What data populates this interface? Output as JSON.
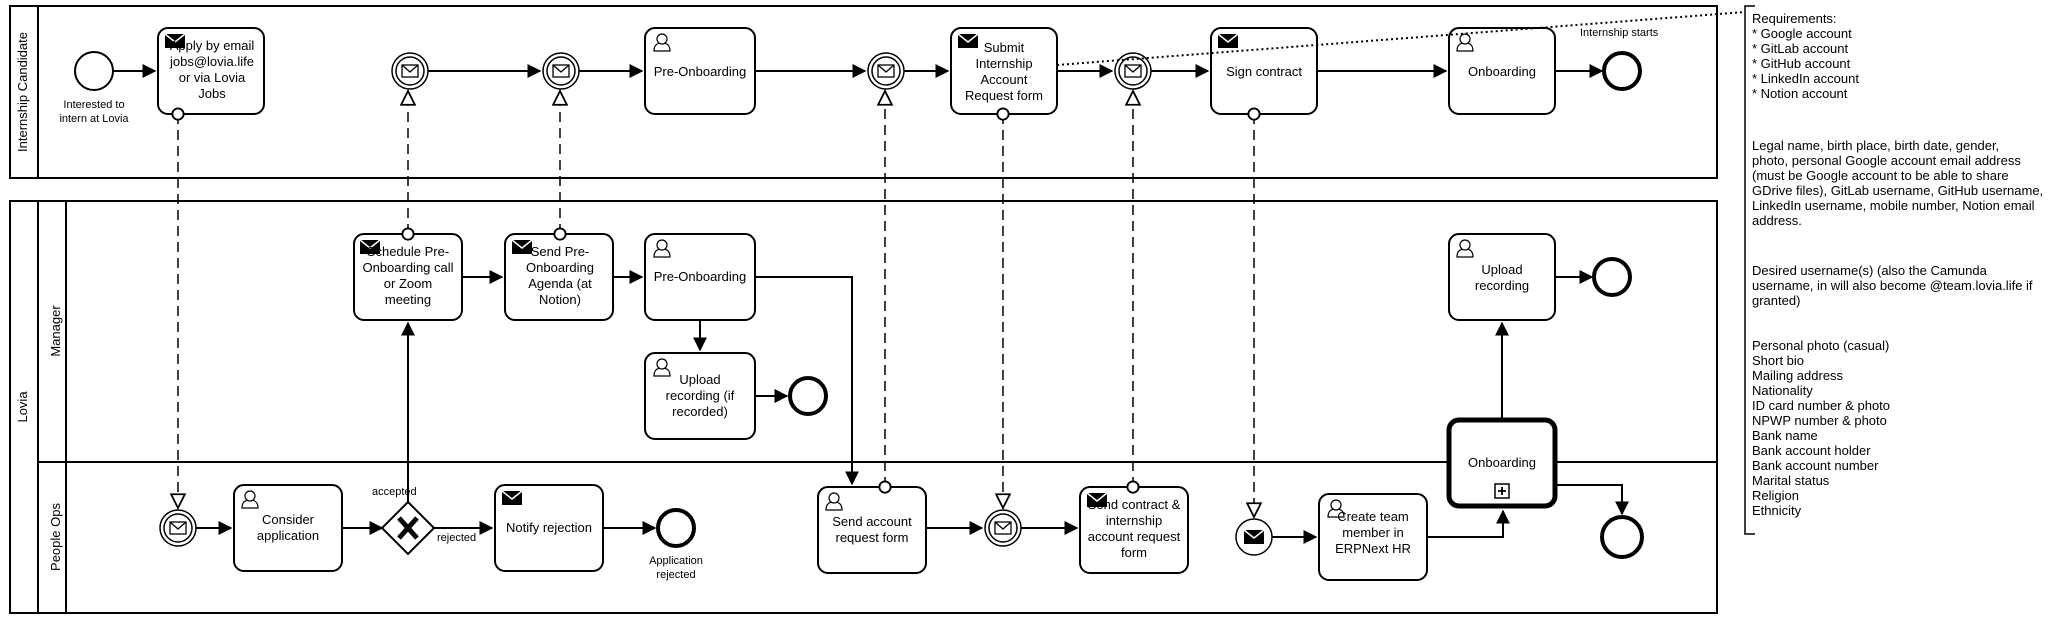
{
  "pools": {
    "candidate": "Internship Candidate",
    "lovia": "Lovia",
    "manager": "Manager",
    "peopleops": "People Ops"
  },
  "candidate": {
    "start_label": [
      "Interested to",
      "intern at Lovia"
    ],
    "apply": [
      "Apply by email",
      "jobs@lovia.life",
      "or via Lovia",
      "Jobs"
    ],
    "pre_onboarding": "Pre-Onboarding",
    "submit_form": [
      "Submit",
      "Internship",
      "Account",
      "Request form"
    ],
    "sign_contract": "Sign contract",
    "onboarding": "Onboarding",
    "internship_starts": "Internship starts"
  },
  "manager": {
    "schedule": [
      "Schedule Pre-",
      "Onboarding call",
      "or Zoom",
      "meeting"
    ],
    "send_agenda": [
      "Send Pre-",
      "Onboarding",
      "Agenda (at",
      "Notion)"
    ],
    "pre_onboarding": "Pre-Onboarding",
    "upload_recording_if": [
      "Upload",
      "recording (if",
      "recorded)"
    ],
    "upload_recording": [
      "Upload",
      "recording"
    ]
  },
  "peopleops": {
    "consider": [
      "Consider",
      "application"
    ],
    "accepted": "accepted",
    "rejected": "rejected",
    "notify_rejection": "Notify rejection",
    "application_rejected": [
      "Application",
      "rejected"
    ],
    "send_account_form": [
      "Send account",
      "request form"
    ],
    "send_contract": [
      "Send contract &",
      "internship",
      "account request",
      "form"
    ],
    "create_member": [
      "Create team",
      "member in",
      "ERPNext HR"
    ],
    "onboarding": "Onboarding"
  },
  "annotation": {
    "requirements": [
      "Requirements:",
      "* Google account",
      "* GitLab account",
      "* GitHub account",
      "* LinkedIn account",
      "* Notion account"
    ],
    "legal": [
      "Legal name, birth place, birth date, gender,",
      "photo, personal Google account email address",
      "(must be Google account to be able to share",
      "GDrive files), GitLab username, GitHub username,",
      "LinkedIn username, mobile number, Notion email",
      "address."
    ],
    "username": [
      "Desired username(s) (also the Camunda",
      "username, in will also become @team.lovia.life if",
      "granted)"
    ],
    "personal": [
      "Personal photo (casual)",
      "Short bio",
      "Mailing address",
      "Nationality",
      "ID card number & photo",
      "NPWP number & photo",
      "Bank name",
      "Bank account holder",
      "Bank account number",
      "Marital status",
      "Religion",
      "Ethnicity"
    ]
  }
}
